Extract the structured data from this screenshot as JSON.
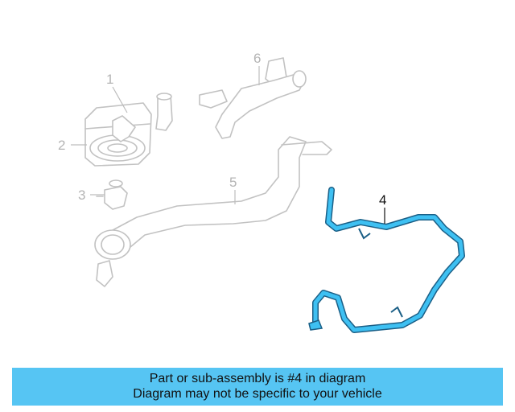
{
  "diagram": {
    "callouts": [
      "1",
      "2",
      "3",
      "4",
      "5",
      "6"
    ],
    "highlighted_part": "4",
    "colors": {
      "highlight_fill": "#3ec0f2",
      "highlight_stroke": "#1b5f86",
      "faded_line": "#c2c2c2",
      "banner": "#56c5f3"
    }
  },
  "banner": {
    "line1": "Part or sub-assembly is #4 in diagram",
    "line2": "Diagram may not be specific to your vehicle"
  }
}
